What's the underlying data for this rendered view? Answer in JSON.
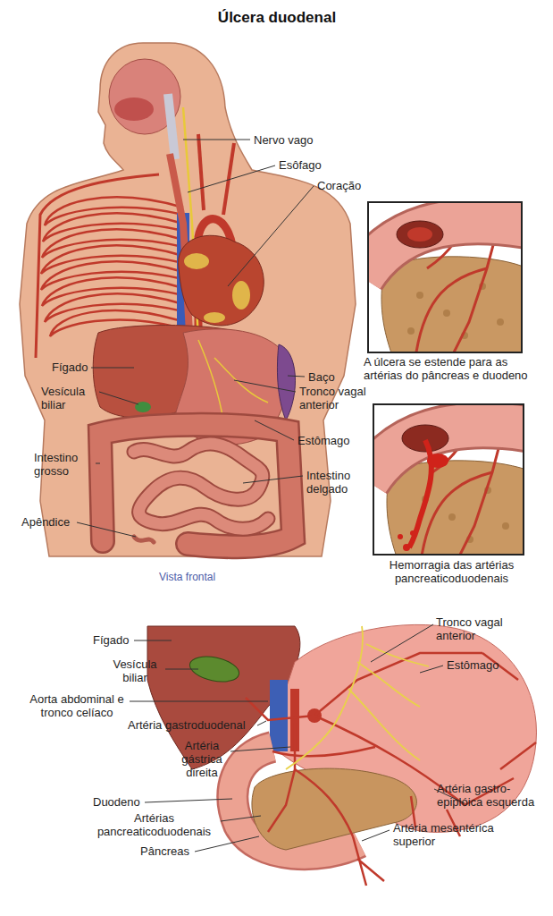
{
  "diagram": {
    "title": "Úlcera duodenal",
    "labels": [
      "Nervo vago",
      "Esôfago",
      "Coração",
      "Fígado",
      "Baço",
      "Vesícula biliar",
      "Tronco vagal anterior",
      "Estômago",
      "Intestino grosso",
      "Intestino delgado",
      "Apêndice",
      "Vista frontal",
      "A úlcera se estende para as artérias do pâncreas e duodeno",
      "Hemorragia das artérias pancreaticoduodenais",
      "Fígado",
      "Vesícula biliar",
      "Tronco vagal anterior",
      "Estômago",
      "Aorta abdominal e tronco celíaco",
      "Artéria gastroduodenal",
      "Artéria gástrica direita",
      "Artéria gastro- epiplóica esquerda",
      "Duodeno",
      "Artérias pancreaticoduodenais",
      "Artéria mesentérica superior",
      "Pâncreas"
    ]
  }
}
